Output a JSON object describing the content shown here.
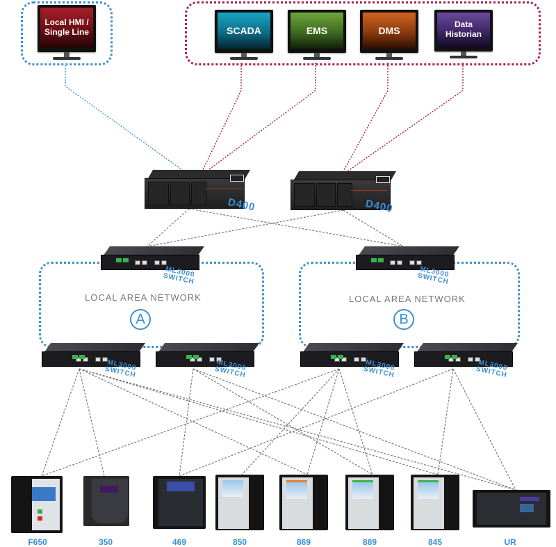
{
  "diagram": {
    "title": "Substation network architecture",
    "colors": {
      "accent_blue": "#3a8fd6",
      "enterprise_red": "#a8204a",
      "wire_gray": "#777777",
      "lan_text": "#777777"
    }
  },
  "local_group": {
    "monitors": [
      {
        "id": "hmi",
        "label": "Local HMI / Single Line",
        "line1": "Local HMI /",
        "line2": "Single Line",
        "screen_color": "#a51f28"
      }
    ]
  },
  "enterprise_group": {
    "monitors": [
      {
        "id": "scada",
        "label": "SCADA",
        "screen_color": "#1aa4c5"
      },
      {
        "id": "ems",
        "label": "EMS",
        "screen_color": "#6ea53b"
      },
      {
        "id": "dms",
        "label": "DMS",
        "screen_color": "#d0621e"
      },
      {
        "id": "hist",
        "label": "Data Historian",
        "line1": "Data",
        "line2": "Historian",
        "screen_color": "#6a4a9c"
      }
    ]
  },
  "gateways": [
    {
      "id": "d400-1",
      "label": "D400"
    },
    {
      "id": "d400-2",
      "label": "D400"
    }
  ],
  "networks": [
    {
      "id": "lan-a",
      "title": "LOCAL  AREA NETWORK",
      "badge": "A"
    },
    {
      "id": "lan-b",
      "title": "LOCAL  AREA NETWORK",
      "badge": "B"
    }
  ],
  "switches": [
    {
      "id": "sw-a-top",
      "line1": "ML3000",
      "line2": "SWITCH"
    },
    {
      "id": "sw-a-left",
      "line1": "ML3000",
      "line2": "SWITCH"
    },
    {
      "id": "sw-a-right",
      "line1": "ML3000",
      "line2": "SWITCH"
    },
    {
      "id": "sw-b-top",
      "line1": "ML3000",
      "line2": "SWITCH"
    },
    {
      "id": "sw-b-left",
      "line1": "ML3000",
      "line2": "SWITCH"
    },
    {
      "id": "sw-b-right",
      "line1": "ML3000",
      "line2": "SWITCH"
    }
  ],
  "relays": [
    {
      "id": "f650",
      "label": "F650"
    },
    {
      "id": "350",
      "label": "350"
    },
    {
      "id": "469",
      "label": "469"
    },
    {
      "id": "850",
      "label": "850"
    },
    {
      "id": "869",
      "label": "869"
    },
    {
      "id": "889",
      "label": "889"
    },
    {
      "id": "845",
      "label": "845"
    },
    {
      "id": "ur",
      "label": "UR"
    }
  ],
  "connections": [
    {
      "from": "hmi",
      "to": "d400-1",
      "style": "blue"
    },
    {
      "from": "scada",
      "to": "d400-1",
      "style": "red"
    },
    {
      "from": "ems",
      "to": "d400-1",
      "style": "red"
    },
    {
      "from": "dms",
      "to": "d400-2",
      "style": "red"
    },
    {
      "from": "hist",
      "to": "d400-2",
      "style": "red"
    },
    {
      "from": "d400-1",
      "to": "sw-a-top",
      "style": "gray"
    },
    {
      "from": "d400-1",
      "to": "sw-b-top",
      "style": "gray"
    },
    {
      "from": "d400-2",
      "to": "sw-a-top",
      "style": "gray"
    },
    {
      "from": "d400-2",
      "to": "sw-b-top",
      "style": "gray"
    },
    {
      "from": "sw-a-left",
      "to": "f650",
      "style": "gray"
    },
    {
      "from": "sw-a-left",
      "to": "350",
      "style": "gray"
    },
    {
      "from": "sw-a-left",
      "to": "869",
      "style": "gray"
    },
    {
      "from": "sw-a-left",
      "to": "845",
      "style": "gray"
    },
    {
      "from": "sw-a-left",
      "to": "ur",
      "style": "gray"
    },
    {
      "from": "sw-a-right",
      "to": "469",
      "style": "gray"
    },
    {
      "from": "sw-a-right",
      "to": "889",
      "style": "gray"
    },
    {
      "from": "sw-a-right",
      "to": "ur",
      "style": "gray"
    },
    {
      "from": "sw-b-left",
      "to": "850",
      "style": "gray"
    },
    {
      "from": "sw-b-left",
      "to": "869",
      "style": "gray"
    },
    {
      "from": "sw-b-left",
      "to": "889",
      "style": "gray"
    },
    {
      "from": "sw-b-left",
      "to": "f650",
      "style": "gray"
    },
    {
      "from": "sw-b-right",
      "to": "469",
      "style": "gray"
    },
    {
      "from": "sw-b-right",
      "to": "845",
      "style": "gray"
    },
    {
      "from": "sw-b-right",
      "to": "ur",
      "style": "gray"
    }
  ]
}
